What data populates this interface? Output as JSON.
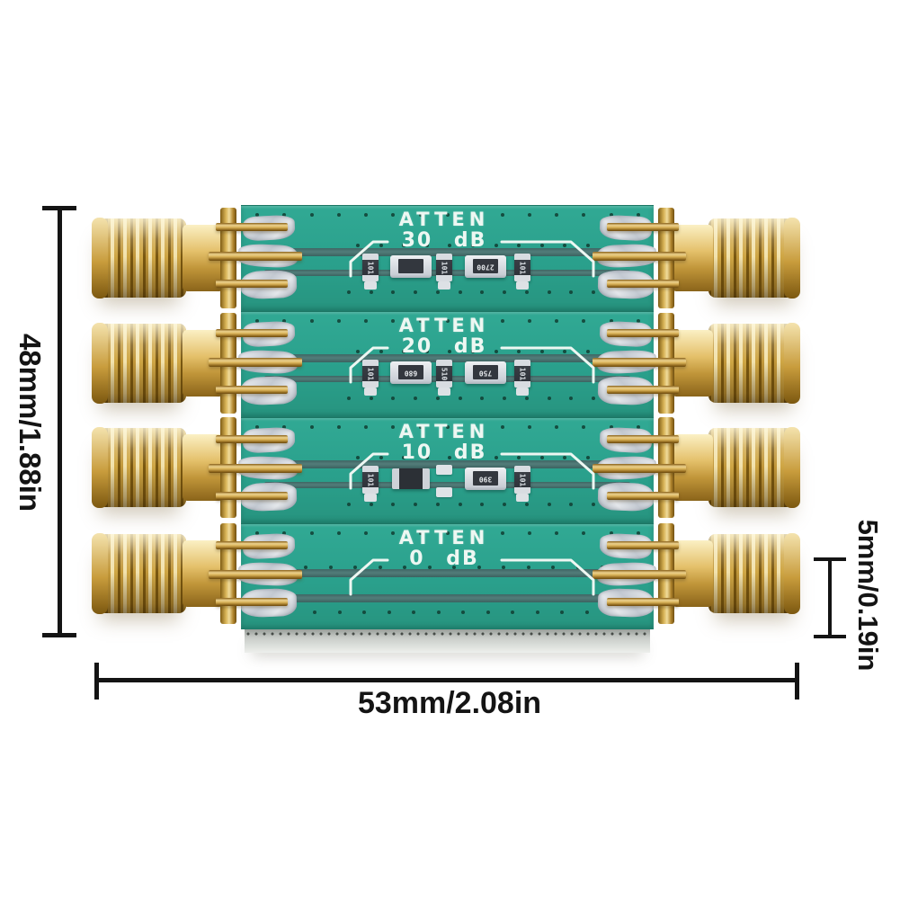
{
  "photo": {
    "subject": "Four RF fixed attenuator PCB modules with gold SMA female connectors on both ends",
    "connectors_per_side": 4,
    "boards": [
      {
        "silk_title": "ATTEN",
        "silk_value": "30 dB",
        "components": [
          {
            "type": "v",
            "label": "101"
          },
          {
            "type": "h",
            "label": ""
          },
          {
            "type": "v",
            "label": "101"
          },
          {
            "type": "h",
            "label": "2700"
          },
          {
            "type": "v",
            "label": "101"
          }
        ]
      },
      {
        "silk_title": "ATTEN",
        "silk_value": "20 dB",
        "components": [
          {
            "type": "v",
            "label": "101"
          },
          {
            "type": "h",
            "label": "680"
          },
          {
            "type": "v",
            "label": "510"
          },
          {
            "type": "h",
            "label": "750"
          },
          {
            "type": "v",
            "label": "101"
          }
        ]
      },
      {
        "silk_title": "ATTEN",
        "silk_value": "10 dB",
        "components": [
          {
            "type": "v",
            "label": "101"
          },
          {
            "type": "hd",
            "label": ""
          },
          {
            "type": "pads",
            "label": ""
          },
          {
            "type": "h",
            "label": "390"
          },
          {
            "type": "v",
            "label": "101"
          }
        ]
      },
      {
        "silk_title": "ATTEN",
        "silk_value": "0 dB",
        "components": []
      }
    ]
  },
  "dimensions": {
    "height": "48mm/1.88in",
    "width": "53mm/2.08in",
    "thickness": "5mm/0.19in"
  },
  "colors": {
    "background": "#ffffff",
    "pcb_teal": "#2aa08c",
    "trace_dark": "#4a7170",
    "silkscreen_white": "#edf7f2",
    "connector_gold": "#d2a344",
    "solder_silver": "#c9cdd2",
    "board_edge_gray": "#cfd3cf",
    "dimension_line": "#141414"
  }
}
